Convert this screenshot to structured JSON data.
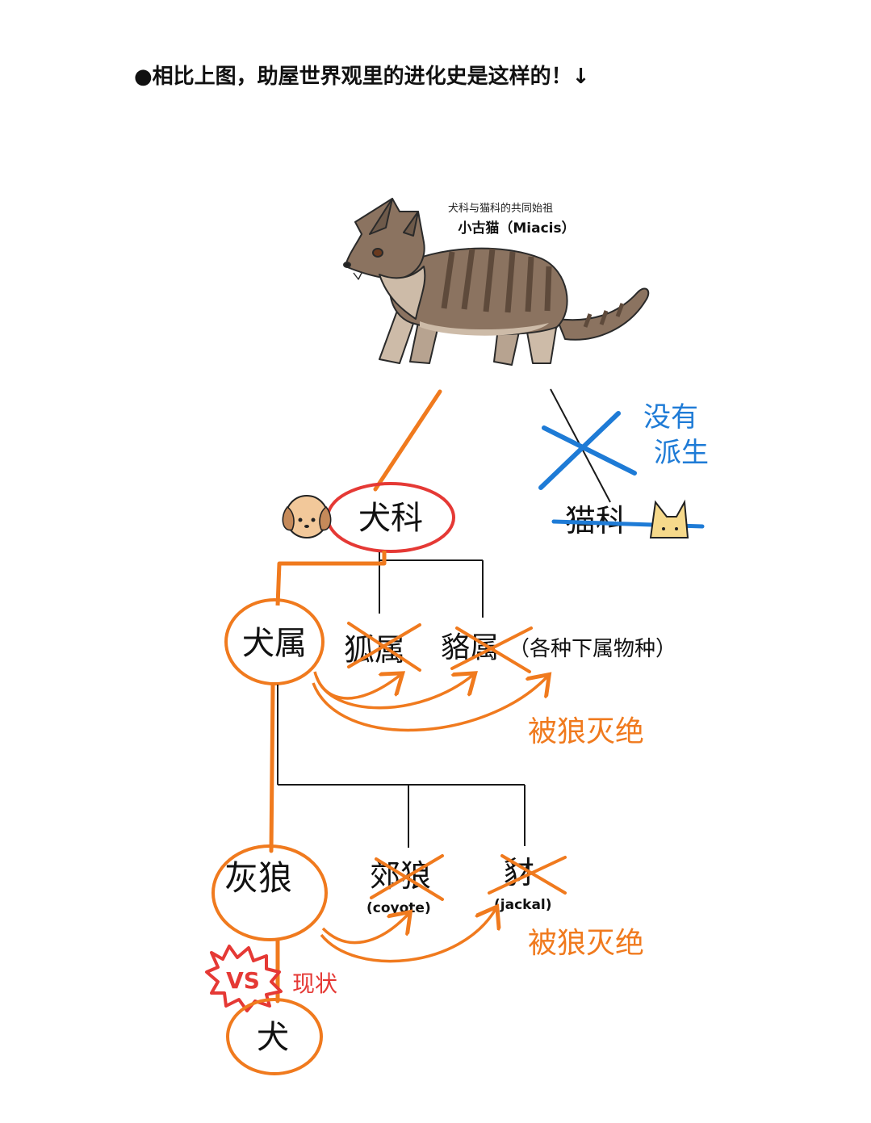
{
  "heading": "●相比上图，助屋世界观里的进化史是这样的！↓",
  "ancestor": {
    "caption": "犬科与猫科的共同始祖",
    "name": "小古猫（Miacis）"
  },
  "no_descendant_note": [
    "没有",
    "派生"
  ],
  "nodes": {
    "canidae": "犬科",
    "felidae": "猫科",
    "canis": "犬属",
    "fox_genus": "狐属",
    "raccoon_dog_genus": "貉属",
    "subspecies_note": "（各种下属物种）",
    "gray_wolf": "灰狼",
    "coyote": "郊狼",
    "coyote_en": "(coyote)",
    "jackal": "豺",
    "jackal_en": "(jackal)",
    "dog": "犬"
  },
  "extinct_by_wolves_label": "被狼灭绝",
  "vs_badge": "VS",
  "status_label": "现状",
  "colors": {
    "orange": "#F07A1E",
    "red": "#E53935",
    "blue": "#1E7BD6",
    "black": "#1a1a1a",
    "fur": "#8B7360",
    "stripe": "#5E4A3B",
    "light_fur": "#CDBBA8"
  }
}
